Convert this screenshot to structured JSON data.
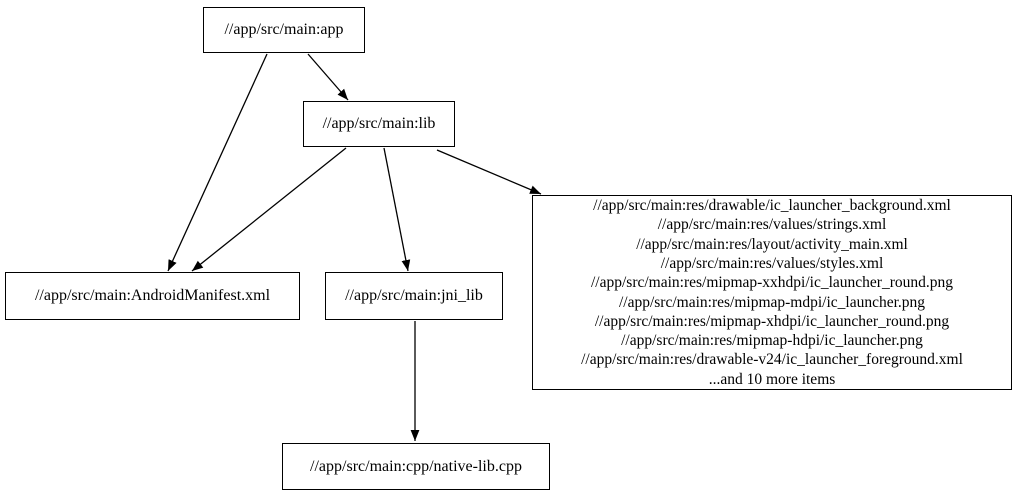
{
  "diagram": {
    "type": "directed-dependency-graph",
    "colors": {
      "background": "#ffffff",
      "node_fill": "#ffffff",
      "node_border": "#000000",
      "edge": "#000000",
      "text": "#000000"
    },
    "nodes": {
      "app": {
        "label": "//app/src/main:app"
      },
      "lib": {
        "label": "//app/src/main:lib"
      },
      "android_manifest": {
        "label": "//app/src/main:AndroidManifest.xml"
      },
      "jni_lib": {
        "label": "//app/src/main:jni_lib"
      },
      "res_group": {
        "lines": [
          "//app/src/main:res/drawable/ic_launcher_background.xml",
          "//app/src/main:res/values/strings.xml",
          "//app/src/main:res/layout/activity_main.xml",
          "//app/src/main:res/values/styles.xml",
          "//app/src/main:res/mipmap-xxhdpi/ic_launcher_round.png",
          "//app/src/main:res/mipmap-mdpi/ic_launcher.png",
          "//app/src/main:res/mipmap-xhdpi/ic_launcher_round.png",
          "//app/src/main:res/mipmap-hdpi/ic_launcher.png",
          "//app/src/main:res/drawable-v24/ic_launcher_foreground.xml",
          "...and 10 more items"
        ]
      },
      "native_lib_cpp": {
        "label": "//app/src/main:cpp/native-lib.cpp"
      }
    },
    "edges": [
      {
        "from": "app",
        "to": "lib"
      },
      {
        "from": "app",
        "to": "android_manifest"
      },
      {
        "from": "lib",
        "to": "android_manifest"
      },
      {
        "from": "lib",
        "to": "jni_lib"
      },
      {
        "from": "lib",
        "to": "res_group"
      },
      {
        "from": "jni_lib",
        "to": "native_lib_cpp"
      }
    ]
  }
}
